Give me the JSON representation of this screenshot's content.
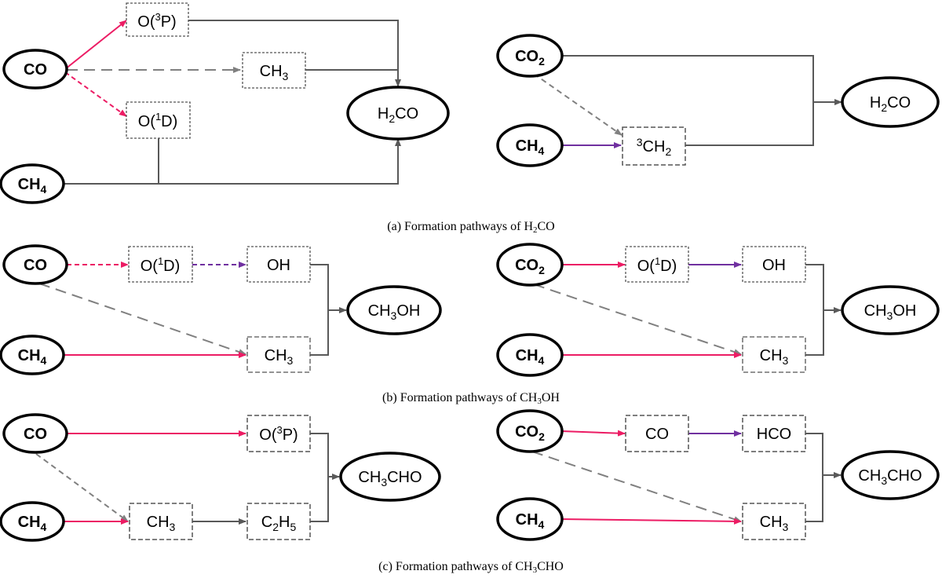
{
  "diagram": {
    "sections": {
      "a": {
        "caption_prefix": "(a) Formation pathways of H",
        "caption_sub": "2",
        "caption_suffix": "CO",
        "left": {
          "reactant_co": "CO",
          "o3p_prefix": "O(",
          "o3p_sup": "3",
          "o3p_suffix": "P)",
          "ch3_base": "CH",
          "ch3_sub": "3",
          "o1d_prefix": "O(",
          "o1d_sup": "1",
          "o1d_suffix": "D)",
          "product_prefix": "H",
          "product_sub": "2",
          "product_suffix": "CO",
          "reactant_ch4_base": "CH",
          "reactant_ch4_sub": "4"
        },
        "right": {
          "reactant_co2_base": "CO",
          "reactant_co2_sub": "2",
          "reactant_ch4_base": "CH",
          "reactant_ch4_sub": "4",
          "ch2_sup": "3",
          "ch2_base": "CH",
          "ch2_sub": "2",
          "product_prefix": "H",
          "product_sub": "2",
          "product_suffix": "CO"
        }
      },
      "b": {
        "caption_prefix": "(b) Formation pathways of CH",
        "caption_sub": "3",
        "caption_suffix": "OH",
        "left": {
          "reactant_co": "CO",
          "o1d_prefix": "O(",
          "o1d_sup": "1",
          "o1d_suffix": "D)",
          "oh": "OH",
          "ch3_base": "CH",
          "ch3_sub": "3",
          "product_base": "CH",
          "product_sub": "3",
          "product_suffix": "OH",
          "reactant_ch4_base": "CH",
          "reactant_ch4_sub": "4"
        },
        "right": {
          "reactant_co2_base": "CO",
          "reactant_co2_sub": "2",
          "o1d_prefix": "O(",
          "o1d_sup": "1",
          "o1d_suffix": "D)",
          "oh": "OH",
          "ch3_base": "CH",
          "ch3_sub": "3",
          "product_base": "CH",
          "product_sub": "3",
          "product_suffix": "OH",
          "reactant_ch4_base": "CH",
          "reactant_ch4_sub": "4"
        }
      },
      "c": {
        "caption_prefix": "(c) Formation pathways of CH",
        "caption_sub": "3",
        "caption_suffix": "CHO",
        "left": {
          "reactant_co": "CO",
          "o3p_prefix": "O(",
          "o3p_sup": "3",
          "o3p_suffix": "P)",
          "ch3_base": "CH",
          "ch3_sub": "3",
          "c2h5_c": "C",
          "c2h5_sub1": "2",
          "c2h5_h": "H",
          "c2h5_sub2": "5",
          "product_base": "CH",
          "product_sub": "3",
          "product_suffix": "CHO",
          "reactant_ch4_base": "CH",
          "reactant_ch4_sub": "4"
        },
        "right": {
          "reactant_co2_base": "CO",
          "reactant_co2_sub": "2",
          "co": "CO",
          "hco": "HCO",
          "ch3_base": "CH",
          "ch3_sub": "3",
          "product_base": "CH",
          "product_sub": "3",
          "product_suffix": "CHO",
          "reactant_ch4_base": "CH",
          "reactant_ch4_sub": "4"
        }
      }
    },
    "colors": {
      "pink": "#ec1c64",
      "purple": "#7030a0",
      "gray": "#595959",
      "dash_gray": "#808080"
    }
  }
}
